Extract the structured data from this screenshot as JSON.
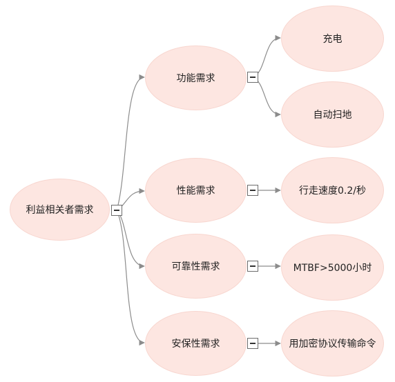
{
  "colors": {
    "node_fill": "#fde6e1",
    "node_edge": "#f8d6cf",
    "connector": "#8c8c8c",
    "text": "#222222"
  },
  "mindmap": {
    "root": "利益相关者需求",
    "branches": [
      {
        "label": "功能需求",
        "children": [
          "充电",
          "自动扫地"
        ]
      },
      {
        "label": "性能需求",
        "children": [
          "行走速度0.2/秒"
        ]
      },
      {
        "label": "可靠性需求",
        "children": [
          "MTBF>5000小时"
        ]
      },
      {
        "label": "安保性需求",
        "children": [
          "用加密协议传输命令"
        ]
      }
    ]
  },
  "toggle_icon": "minus-collapse-icon"
}
